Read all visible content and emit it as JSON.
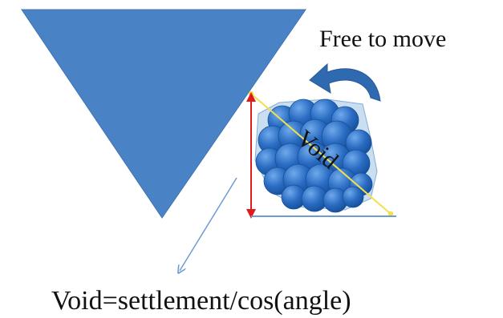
{
  "labels": {
    "free_to_move": "Free to move",
    "void": "Void",
    "formula": "Void=settlement/cos(angle)"
  },
  "colors": {
    "triangle": "#4a82c6",
    "triangle_edge": "#3f74b3",
    "particle_dark": "#1e5fb5",
    "particle_light": "#4f90dc",
    "halo": "#9cc3e6",
    "rotation_arrow": "#2f69b0",
    "settlement_arrow": "#e01b1b",
    "diagonal": "#f3e04a",
    "baseline": "#6f9bd3",
    "direction_arrow": "#6f9bd3"
  },
  "icons": {
    "rotation": "curved-rotation-arrow-icon",
    "settlement": "double-headed-red-arrow-icon",
    "direction": "thin-diagonal-arrow-icon"
  }
}
